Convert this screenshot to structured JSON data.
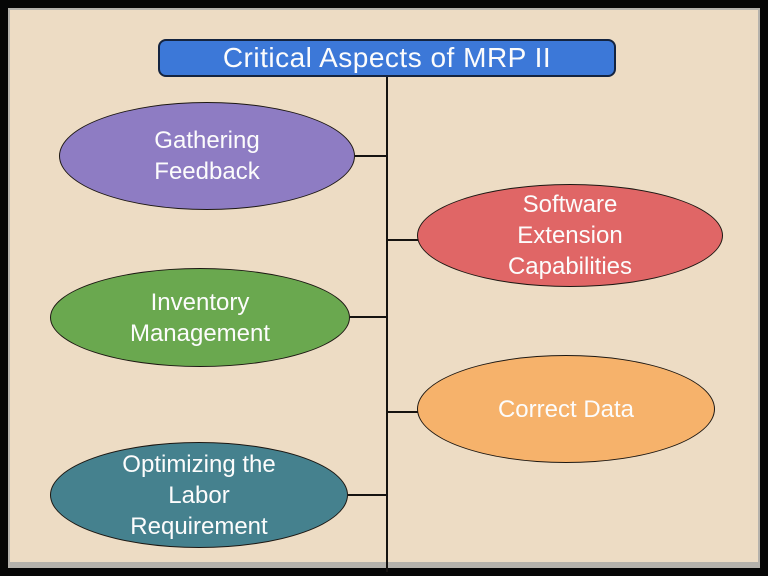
{
  "diagram": {
    "canvas_bg": "#eddcc4",
    "frame_color": "#060606",
    "line_color": "#161310",
    "text_color": "#fcfcfc",
    "title": {
      "label": "Critical Aspects of MRP II",
      "bg": "#3c78d8",
      "border": "#142440"
    },
    "nodes": [
      {
        "id": "gathering-feedback",
        "label": "Gathering\nFeedback",
        "color": "#8e7cc3",
        "side": "left"
      },
      {
        "id": "software-extension-capabilities",
        "label": "Software\nExtension\nCapabilities",
        "color": "#e06666",
        "side": "right"
      },
      {
        "id": "inventory-management",
        "label": "Inventory\nManagement",
        "color": "#6aa84f",
        "side": "left"
      },
      {
        "id": "correct-data",
        "label": "Correct Data",
        "color": "#f6b26b",
        "side": "right"
      },
      {
        "id": "optimizing-the-labor-requirement",
        "label": "Optimizing the\nLabor\nRequirement",
        "color": "#45818e",
        "side": "left"
      }
    ]
  }
}
